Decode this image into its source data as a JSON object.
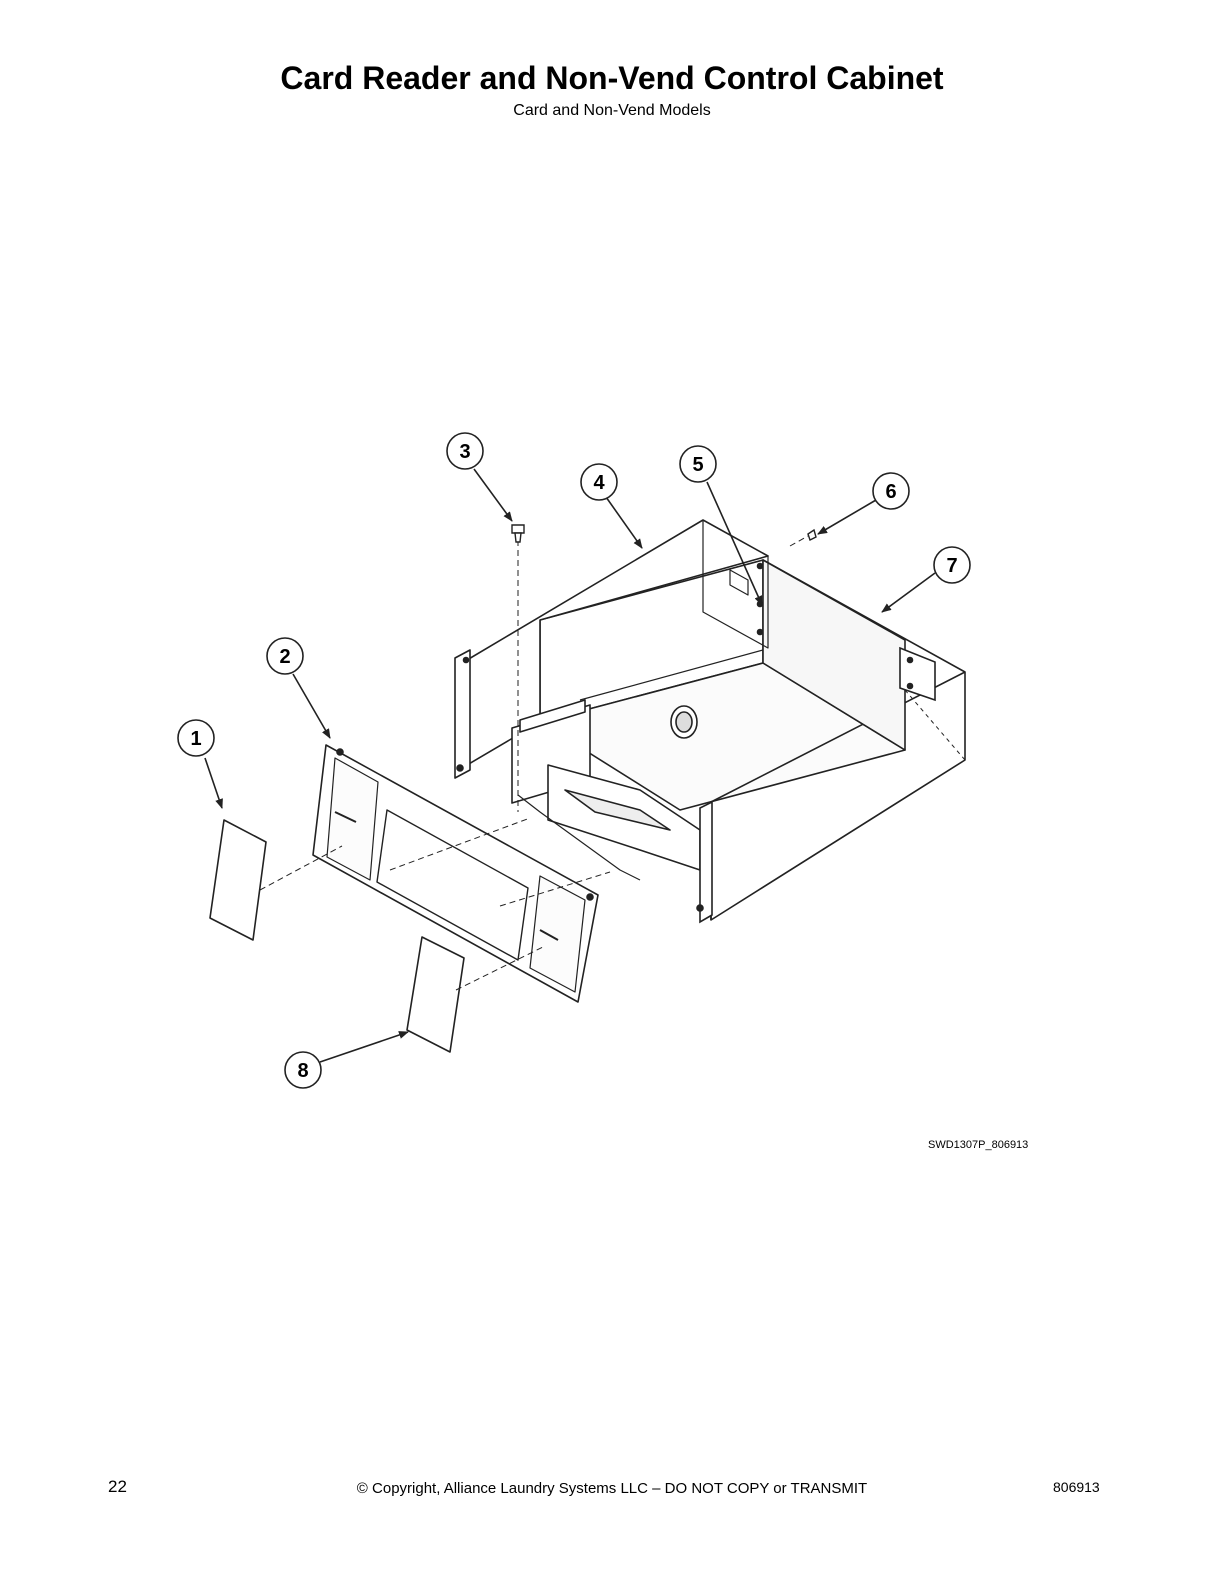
{
  "header": {
    "title": "Card Reader and Non-Vend Control Cabinet",
    "subtitle": "Card and Non-Vend Models"
  },
  "diagram": {
    "callouts": [
      "1",
      "2",
      "3",
      "4",
      "5",
      "6",
      "7",
      "8"
    ],
    "drawing_id": "SWD1307P_806913"
  },
  "footer": {
    "page_number": "22",
    "copyright": "© Copyright, Alliance Laundry Systems LLC – DO NOT COPY or TRANSMIT",
    "doc_number": "806913"
  }
}
